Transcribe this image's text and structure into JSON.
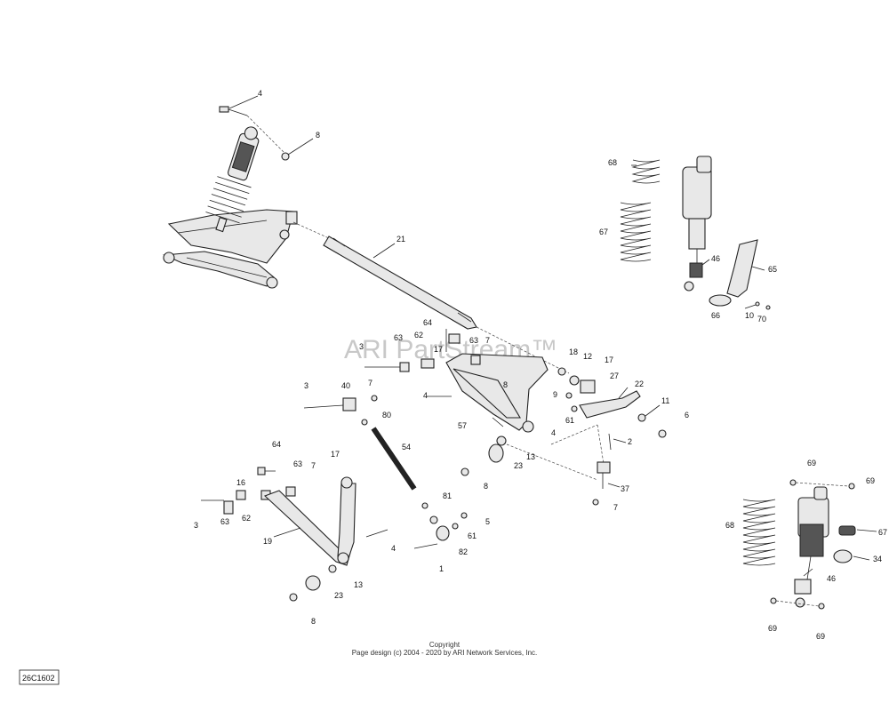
{
  "watermark": "ARI PartStream™",
  "copyright": {
    "line1": "Copyright",
    "line2": "Page design (c) 2004 - 2020 by ARI Network Services, Inc."
  },
  "diagram_id": "26C1602",
  "callouts": [
    "4",
    "8",
    "21",
    "68",
    "67",
    "46",
    "65",
    "66",
    "10",
    "70",
    "64",
    "62",
    "63",
    "17",
    "7",
    "3",
    "18",
    "12",
    "17",
    "27",
    "22",
    "9",
    "61",
    "11",
    "6",
    "4",
    "8",
    "57",
    "40",
    "7",
    "3",
    "80",
    "54",
    "2",
    "13",
    "23",
    "8",
    "37",
    "7",
    "17",
    "64",
    "63",
    "16",
    "7",
    "3",
    "63",
    "62",
    "19",
    "81",
    "5",
    "61",
    "82",
    "4",
    "1",
    "13",
    "23",
    "8",
    "69",
    "69",
    "67",
    "68",
    "34",
    "46",
    "69",
    "69"
  ]
}
